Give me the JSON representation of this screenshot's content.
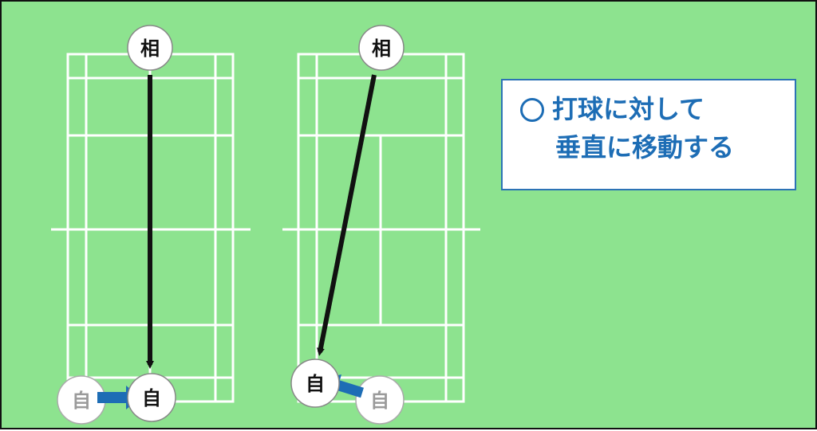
{
  "players": {
    "opponent": "相",
    "self": "自"
  },
  "caption": {
    "line1": "打球に対して",
    "line2": "垂直に移動する"
  },
  "colors": {
    "court_background": "#8de38f",
    "court_lines": "#ffffff",
    "shot_line": "#111111",
    "move_arrow": "#1d6db5",
    "caption_text": "#1d6db5",
    "ghost_player": "#9a9a9a"
  }
}
